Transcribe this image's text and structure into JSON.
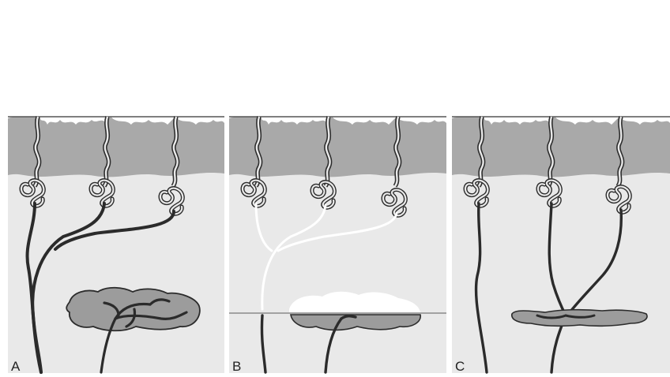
{
  "figure": {
    "panels": [
      {
        "id": "A",
        "label": "A",
        "state": "intact",
        "gland_fill": "#9c9c9c"
      },
      {
        "id": "B",
        "label": "B",
        "state": "severed",
        "gland_fill": "#9c9c9c"
      },
      {
        "id": "C",
        "label": "C",
        "state": "reinnervated",
        "gland_fill": "#9c9c9c"
      }
    ],
    "colors": {
      "background": "#ffffff",
      "dermis": "#e9e9e9",
      "epidermis": "#a9a9a9",
      "surface": "#ffffff",
      "nerve": "#2b2b2b",
      "degenerated_nerve": "#ffffff",
      "cut_line": "#8a8a8a"
    }
  }
}
